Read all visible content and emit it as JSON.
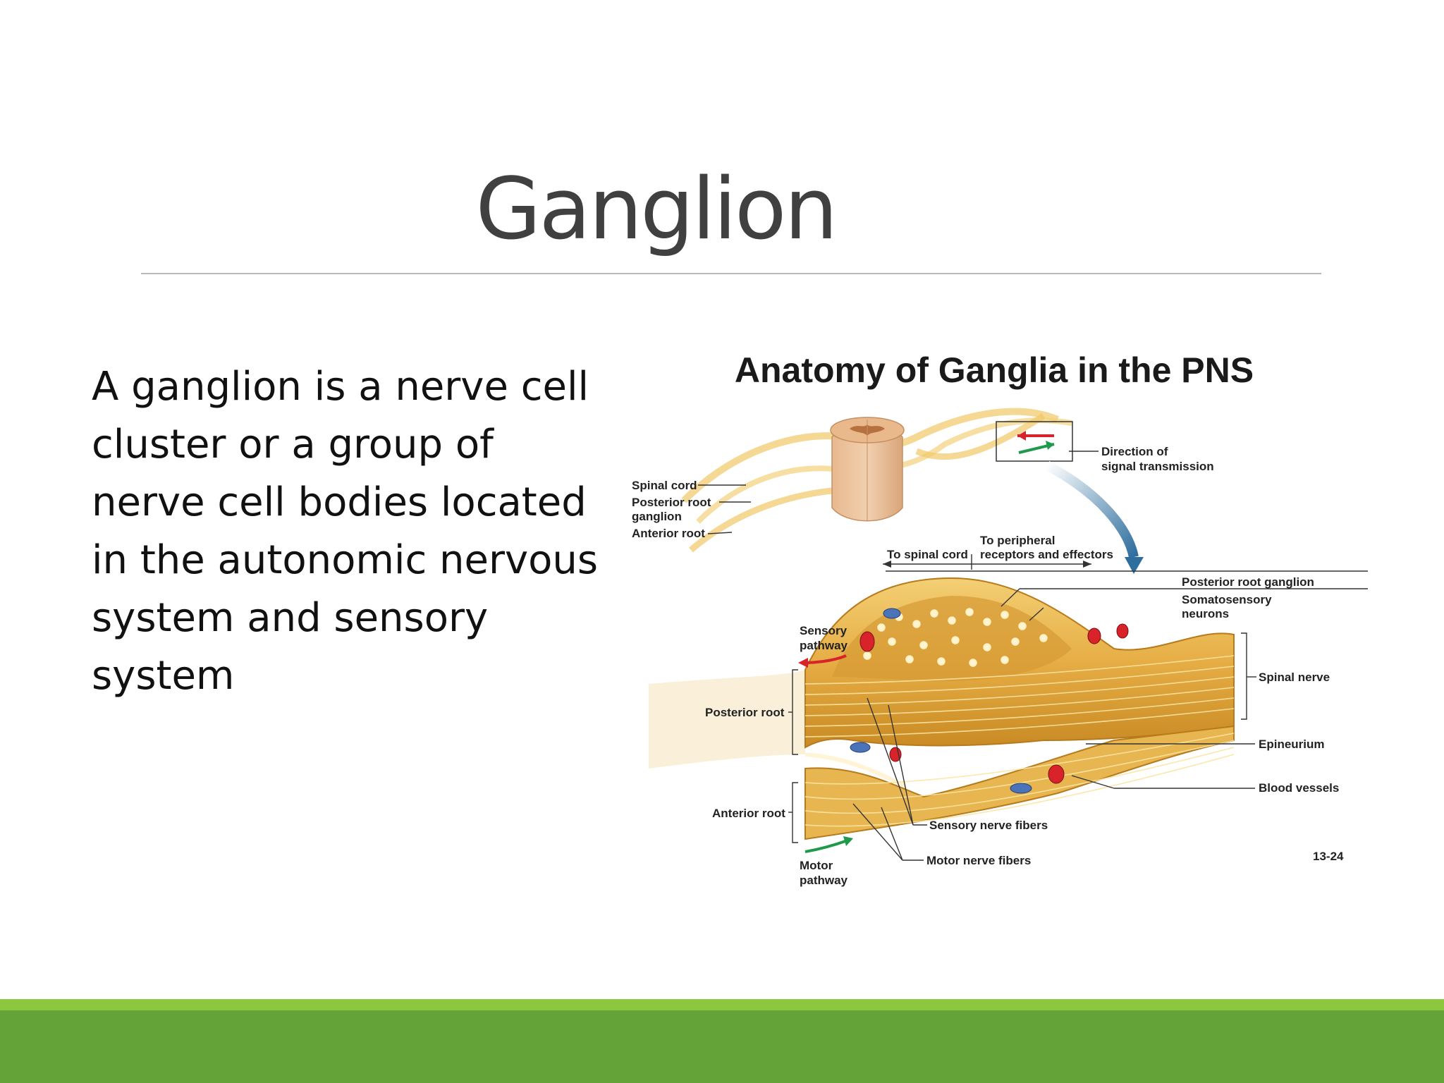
{
  "slide": {
    "title": "Ganglion",
    "body": "A ganglion is a nerve cell cluster or a group of nerve cell bodies located in the autonomic nervous system and sensory system"
  },
  "figure": {
    "heading": "Anatomy of Ganglia in the PNS",
    "labels": {
      "spinal_cord": "Spinal cord",
      "posterior_root_ganglion_l1": "Posterior root",
      "posterior_root_ganglion_l2": "ganglion",
      "anterior_root_top": "Anterior root",
      "direction_l1": "Direction of",
      "direction_l2": "signal transmission",
      "to_spinal_cord": "To spinal cord",
      "to_peripheral_l1": "To peripheral",
      "to_peripheral_l2": "receptors and effectors",
      "posterior_root_ganglion": "Posterior root ganglion",
      "somatosensory_l1": "Somatosensory",
      "somatosensory_l2": "neurons",
      "sensory_pathway_l1": "Sensory",
      "sensory_pathway_l2": "pathway",
      "spinal_nerve": "Spinal nerve",
      "posterior_root": "Posterior root",
      "epineurium": "Epineurium",
      "blood_vessels": "Blood vessels",
      "anterior_root": "Anterior root",
      "sensory_nerve_fibers": "Sensory nerve fibers",
      "motor_nerve_fibers": "Motor nerve fibers",
      "motor_pathway_l1": "Motor",
      "motor_pathway_l2": "pathway",
      "figure_number": "13-24"
    }
  },
  "colors": {
    "title_text": "#404040",
    "body_text": "#111111",
    "rule": "#b9b9b9",
    "footer_light": "#8dc63f",
    "footer_dark": "#64a338",
    "nerve_gold": "#e9b54a",
    "nerve_dark": "#c98a24",
    "arrow_red": "#d8232a",
    "arrow_green": "#1e9a4a",
    "arrow_blue": "#2e6e9e"
  }
}
